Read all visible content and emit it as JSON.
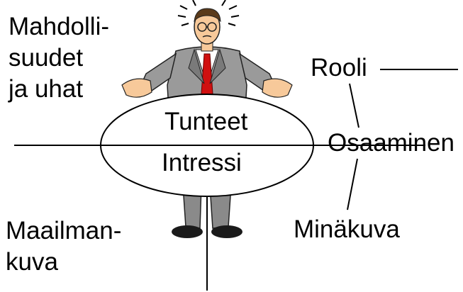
{
  "labels": {
    "opportunities": [
      "Mahdolli-",
      "suudet",
      "ja uhat"
    ],
    "worldview": [
      "Maailman-",
      "kuva"
    ],
    "role": "Rooli",
    "competence": "Osaaminen",
    "self_image": "Minäkuva",
    "feelings": "Tunteet",
    "interest": "Intressi"
  },
  "colors": {
    "suit": "#8e8e8e",
    "tie": "#d01010",
    "skin": "#f7c99a",
    "line": "#000000"
  },
  "figure": {
    "description_icon": "worried-businessman-icon"
  }
}
